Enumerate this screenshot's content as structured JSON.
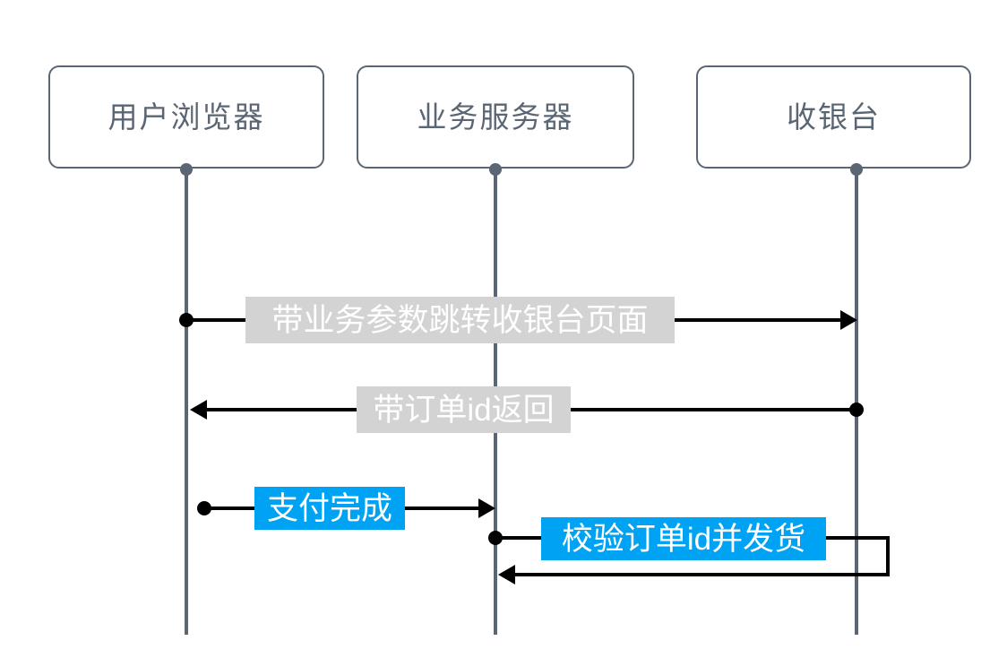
{
  "diagram": {
    "type": "sequence-diagram",
    "background_color": "#ffffff",
    "participant_border_color": "#5a6673",
    "participant_text_color": "#5a6673",
    "arrow_color": "#000000",
    "label_gray_bg": "#d3d3d3",
    "label_blue_bg": "#00a2f3",
    "label_text_color": "#ffffff"
  },
  "participants": [
    {
      "id": "browser",
      "label": "用户浏览器"
    },
    {
      "id": "server",
      "label": "业务服务器"
    },
    {
      "id": "cashier",
      "label": "收银台"
    }
  ],
  "messages": [
    {
      "id": "m1",
      "label": "带业务参数跳转收银台页面",
      "from": "用户浏览器",
      "to": "收银台",
      "direction": "right",
      "style": "gray"
    },
    {
      "id": "m2",
      "label": "带订单id返回",
      "from": "收银台",
      "to": "用户浏览器",
      "direction": "left",
      "style": "gray"
    },
    {
      "id": "m3",
      "label": "支付完成",
      "from": "用户浏览器",
      "to": "业务服务器",
      "direction": "right",
      "style": "blue"
    },
    {
      "id": "m4",
      "label": "校验订单id并发货",
      "from": "业务服务器",
      "to": "业务服务器",
      "direction": "self-loop",
      "style": "blue"
    }
  ]
}
